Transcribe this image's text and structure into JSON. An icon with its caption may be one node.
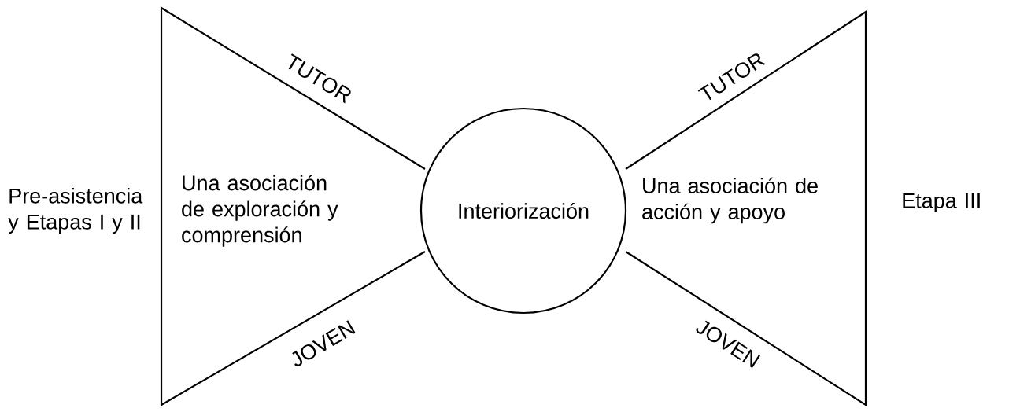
{
  "diagram": {
    "nodes": [
      {
        "text": [
          "Una asociación de exploración y comprensión"
        ],
        "beside": [
          "Pre-asistencia y Etapas I y II"
        ]
      },
      {
        "text": [
          "Interiorización"
        ]
      },
      {
        "text": [
          "Una asociación de acción y apoyo"
        ],
        "beside": [
          "Etapa III"
        ]
      }
    ],
    "labels": [
      "TUTOR",
      "JOVEN",
      "TUTOR",
      "JOVEN"
    ]
  }
}
